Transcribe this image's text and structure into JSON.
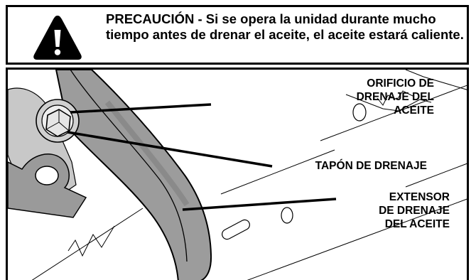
{
  "caution": {
    "icon": "warning-triangle-icon",
    "text": "PRECAUCIÓN - Si se opera la unidad durante mucho tiempo antes de drenar el aceite, el aceite estará caliente."
  },
  "figure": {
    "callouts": {
      "orificio": "ORIFICIO DE\nDRENAJE DEL\nACEITE",
      "tapon": "TAPÓN DE DRENAJE",
      "extensor": "EXTENSOR\nDE DRENAJE\nDEL ACEITE"
    }
  }
}
